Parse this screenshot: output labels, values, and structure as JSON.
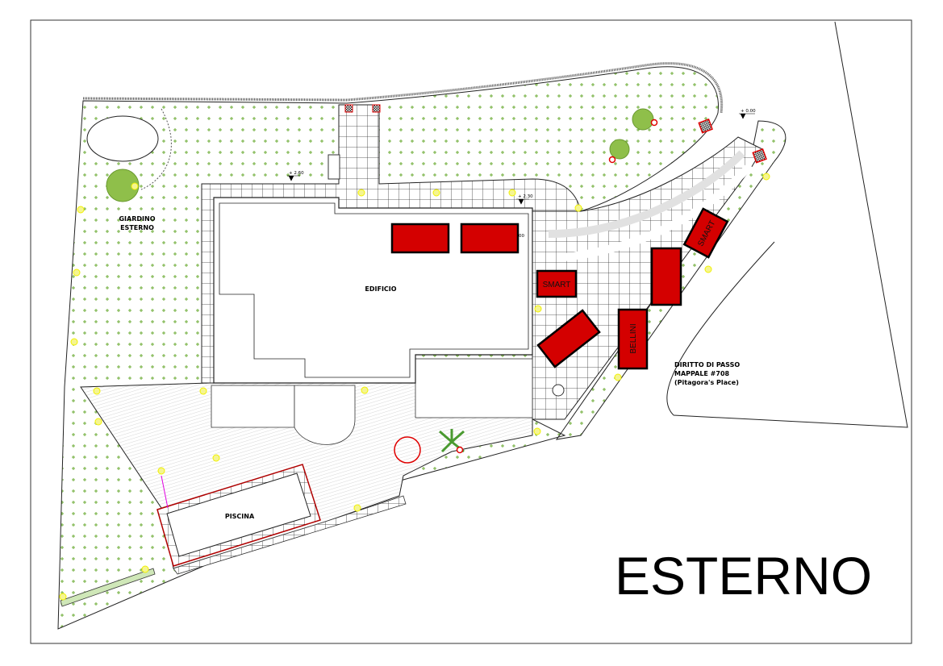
{
  "title": "ESTERNO",
  "areas": {
    "garden": "GIARDINO\nESTERNO",
    "garden_line1": "GIARDINO",
    "garden_line2": "ESTERNO",
    "building": "EDIFICIO",
    "pool": "PISCINA",
    "right_of_way_line1": "DIRITTO DI PASSO",
    "right_of_way_line2": "MAPPALE #708",
    "right_of_way_line3": "(Pitagora's Place)"
  },
  "levels": [
    "+ 2.60",
    "+ 2.30",
    "+ 0.00",
    "00"
  ],
  "cars": [
    {
      "label": ""
    },
    {
      "label": ""
    },
    {
      "label": "SMART"
    },
    {
      "label": ""
    },
    {
      "label": "BELLINI"
    },
    {
      "label": ""
    },
    {
      "label": "SMART"
    }
  ],
  "colors": {
    "car_fill": "#d40000",
    "grass_dot": "#6fae3a",
    "lamp": "#f0f000",
    "tree": "#8fbf4a",
    "pool_edge": "#b00000",
    "ramp_line": "#e000e0"
  }
}
